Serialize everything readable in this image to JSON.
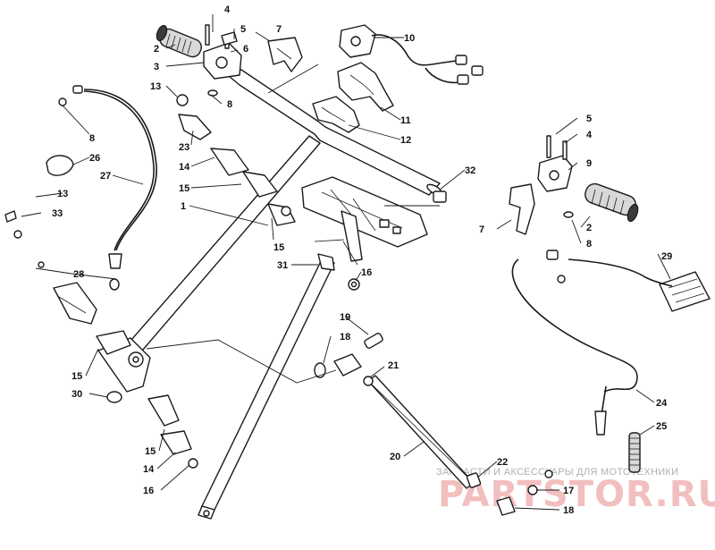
{
  "callouts": [
    {
      "id": "c4a",
      "text": "4"
    },
    {
      "id": "c5a",
      "text": "5"
    },
    {
      "id": "c2a",
      "text": "2"
    },
    {
      "id": "c7a",
      "text": "7"
    },
    {
      "id": "c6",
      "text": "6"
    },
    {
      "id": "c3",
      "text": "3"
    },
    {
      "id": "c10",
      "text": "10"
    },
    {
      "id": "c13a",
      "text": "13"
    },
    {
      "id": "c8a",
      "text": "8"
    },
    {
      "id": "c11",
      "text": "11"
    },
    {
      "id": "c8b",
      "text": "8"
    },
    {
      "id": "c12",
      "text": "12"
    },
    {
      "id": "c23",
      "text": "23"
    },
    {
      "id": "c26",
      "text": "26"
    },
    {
      "id": "c14a",
      "text": "14"
    },
    {
      "id": "c27",
      "text": "27"
    },
    {
      "id": "c13b",
      "text": "13"
    },
    {
      "id": "c15a",
      "text": "15"
    },
    {
      "id": "c1",
      "text": "1"
    },
    {
      "id": "c33",
      "text": "33"
    },
    {
      "id": "c15b",
      "text": "15"
    },
    {
      "id": "c31",
      "text": "31"
    },
    {
      "id": "c16a",
      "text": "16"
    },
    {
      "id": "c28",
      "text": "28"
    },
    {
      "id": "c5b",
      "text": "5"
    },
    {
      "id": "c4b",
      "text": "4"
    },
    {
      "id": "c9",
      "text": "9"
    },
    {
      "id": "c32",
      "text": "32"
    },
    {
      "id": "c7b",
      "text": "7"
    },
    {
      "id": "c2b",
      "text": "2"
    },
    {
      "id": "c8c",
      "text": "8"
    },
    {
      "id": "c29",
      "text": "29"
    },
    {
      "id": "c19",
      "text": "19"
    },
    {
      "id": "c18a",
      "text": "18"
    },
    {
      "id": "c21",
      "text": "21"
    },
    {
      "id": "c15c",
      "text": "15"
    },
    {
      "id": "c30",
      "text": "30"
    },
    {
      "id": "c15d",
      "text": "15"
    },
    {
      "id": "c14b",
      "text": "14"
    },
    {
      "id": "c16b",
      "text": "16"
    },
    {
      "id": "c20",
      "text": "20"
    },
    {
      "id": "c24",
      "text": "24"
    },
    {
      "id": "c25",
      "text": "25"
    },
    {
      "id": "c22",
      "text": "22"
    },
    {
      "id": "c17",
      "text": "17"
    },
    {
      "id": "c18b",
      "text": "18"
    }
  ],
  "watermark": {
    "tagline": "ЗАПЧАСТИ И АКСЕССУАРЫ ДЛЯ МОТОТЕХНИКИ",
    "brand": "PARTSTOR.RU"
  }
}
